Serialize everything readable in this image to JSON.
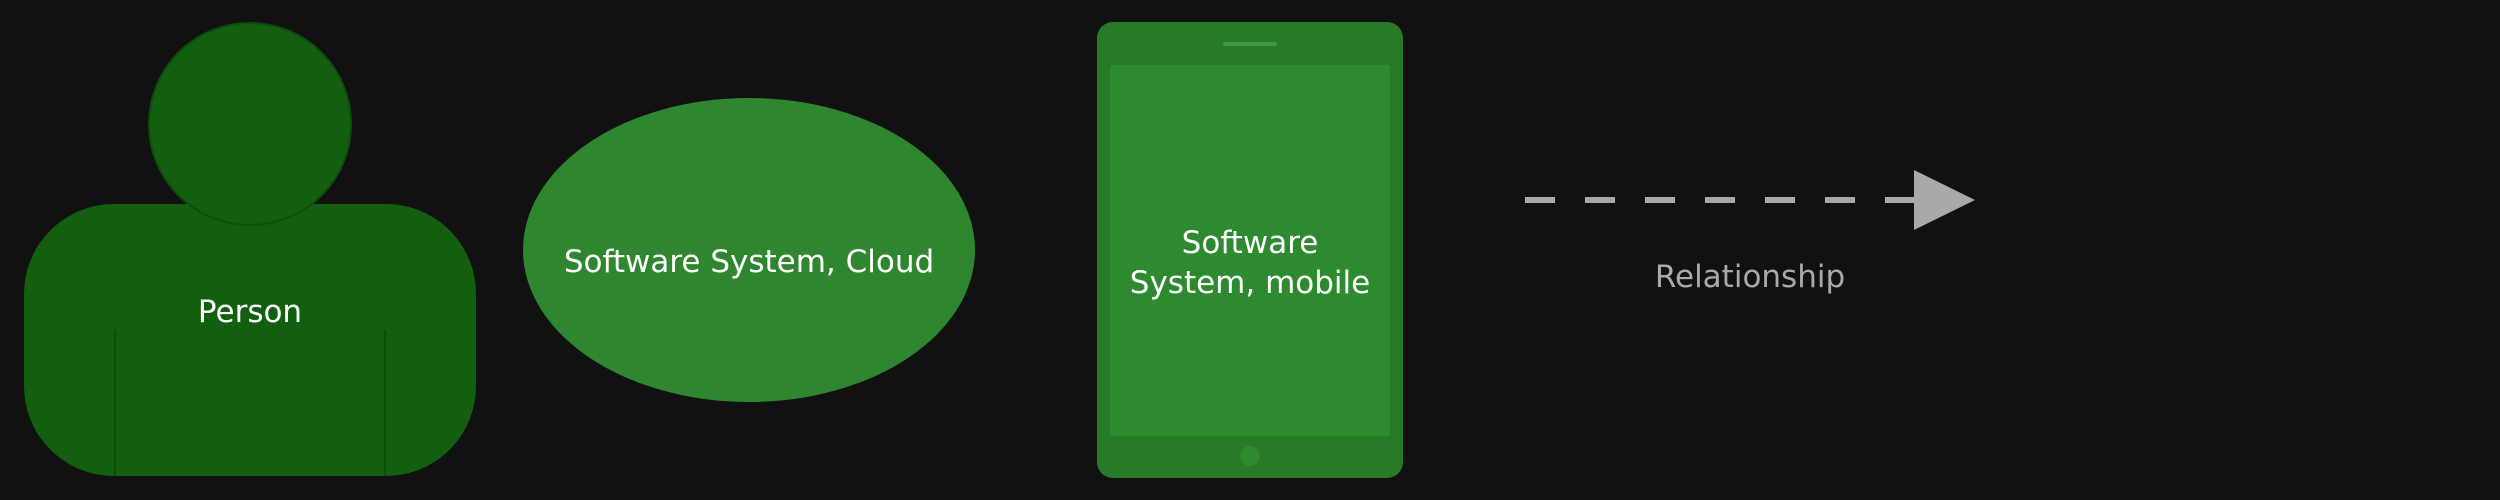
{
  "legend": {
    "person": {
      "label": "Person",
      "color": "#12600f"
    },
    "cloud_system": {
      "label": "Software System, Cloud",
      "color": "#2e872e"
    },
    "mobile_system": {
      "label_lines": [
        "Software",
        "System, mobile"
      ],
      "body_color": "#287a28",
      "screen_color": "#2e8a2e"
    },
    "relationship": {
      "label": "Relationship",
      "line_style": "dashed",
      "color": "#a9a9a9"
    }
  },
  "colors": {
    "background": "#111111",
    "text": "#ffffff",
    "relationship_text": "#a9a9a9"
  }
}
